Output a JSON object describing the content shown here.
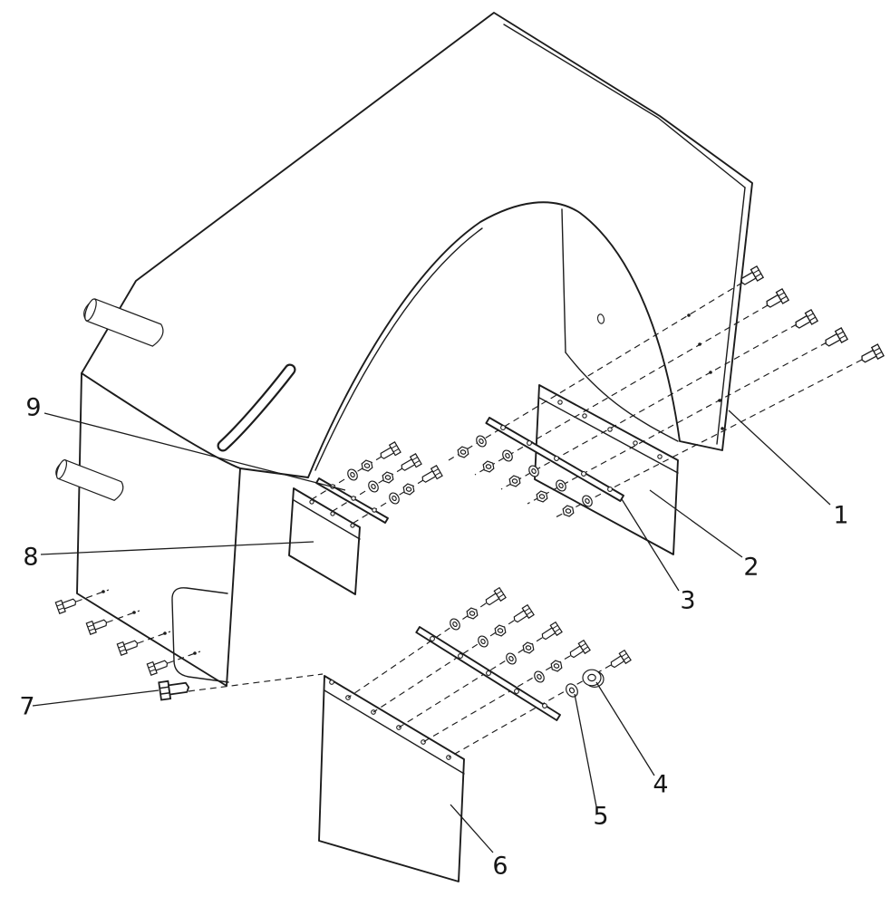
{
  "colors": {
    "background": "#ffffff",
    "ink": "#1c1c1c"
  },
  "callouts": [
    {
      "number": "1"
    },
    {
      "number": "2"
    },
    {
      "number": "3"
    },
    {
      "number": "4"
    },
    {
      "number": "5"
    },
    {
      "number": "6"
    },
    {
      "number": "7"
    },
    {
      "number": "8"
    },
    {
      "number": "9"
    }
  ]
}
